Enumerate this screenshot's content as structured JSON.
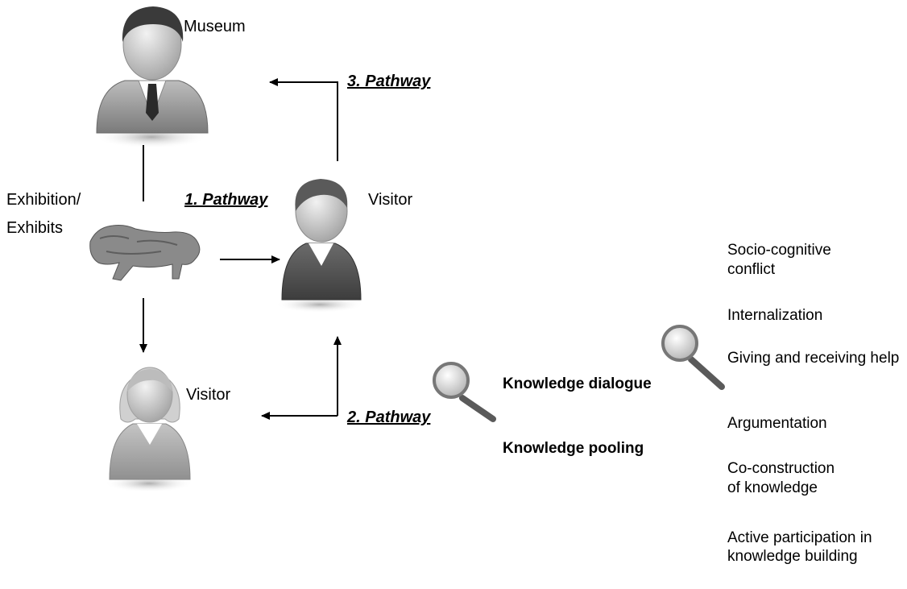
{
  "labels": {
    "museum": "Museum",
    "exhibition_line1": "Exhibition/",
    "exhibition_line2": "Exhibits",
    "visitor_main": "Visitor",
    "visitor_second": "Visitor"
  },
  "pathways": {
    "p1": "1. Pathway",
    "p2": "2. Pathway",
    "p3": "3. Pathway"
  },
  "knowledge": {
    "dialogue": "Knowledge dialogue",
    "pooling": "Knowledge pooling"
  },
  "concepts": [
    "Socio-cognitive conflict",
    "Internalization",
    "Giving and receiving help",
    "Argumentation",
    "Co-construction of knowledge",
    "Active participation in knowledge building"
  ],
  "icons": [
    "museum-person-icon",
    "horse-exhibit-icon",
    "male-visitor-icon",
    "female-visitor-icon",
    "magnifier-icon"
  ]
}
